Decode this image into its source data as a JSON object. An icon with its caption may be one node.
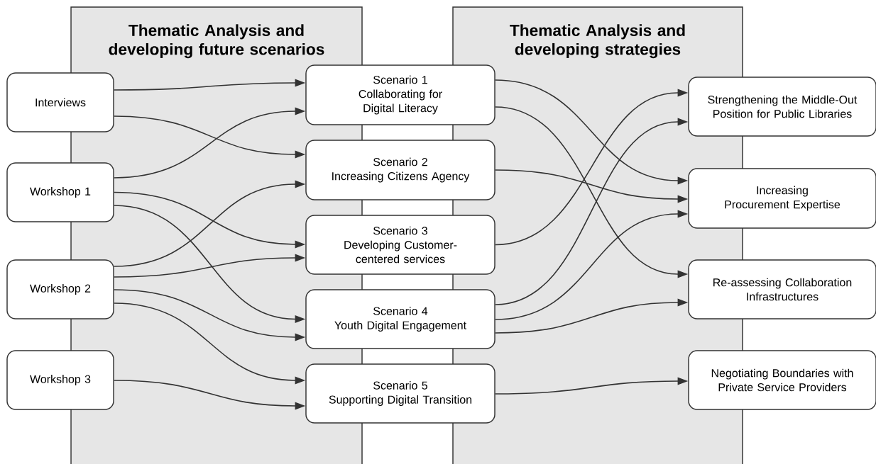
{
  "diagram": {
    "nodes": [
      {
        "text": [
          "Interviews"
        ]
      },
      {
        "text": [
          "Workshop 1"
        ]
      },
      {
        "text": [
          "Workshop 2"
        ]
      },
      {
        "text": [
          "Workshop 3"
        ]
      },
      {
        "text": [
          "Scenario 1",
          "Collaborating for Digital Literacy"
        ]
      },
      {
        "text": [
          "Scenario 2",
          "Increasing Citizens Agency"
        ]
      },
      {
        "text": [
          "Scenario 3",
          "Developing Customer-centered services"
        ]
      },
      {
        "text": [
          "Scenario 4",
          "Youth Digital Engagement"
        ]
      },
      {
        "text": [
          "Scenario 5",
          "Supporting Digital Transition"
        ]
      },
      {
        "text": [
          "Strengthening the Middle-Out Position for Public Libraries"
        ]
      },
      {
        "text": [
          "Increasing Procurement Expertise"
        ]
      },
      {
        "text": [
          "Re-assessing Collaboration Infrastructures"
        ]
      },
      {
        "text": [
          "Negotiating Boundaries with Private Service Providers"
        ]
      }
    ],
    "edges": [
      {
        "from": 0,
        "to": 4,
        "arrow": "to"
      },
      {
        "from": 0,
        "to": 5,
        "arrow": "to"
      },
      {
        "from": 1,
        "to": 4,
        "arrow": "to"
      },
      {
        "from": 1,
        "to": 6,
        "arrow": "to"
      },
      {
        "from": 1,
        "to": 7,
        "arrow": "to"
      },
      {
        "from": 2,
        "to": 5,
        "arrow": "to"
      },
      {
        "from": 2,
        "to": 6,
        "arrow": "to"
      },
      {
        "from": 2,
        "to": 7,
        "arrow": "to"
      },
      {
        "from": 2,
        "to": 8,
        "arrow": "to"
      },
      {
        "from": 3,
        "to": 8,
        "arrow": "to"
      },
      {
        "from": 4,
        "to": 10,
        "arrow": "to"
      },
      {
        "from": 4,
        "to": 11,
        "arrow": "to"
      },
      {
        "from": 5,
        "to": 10,
        "arrow": "to"
      },
      {
        "from": 6,
        "to": 9,
        "arrow": "to"
      },
      {
        "from": 7,
        "to": 9,
        "arrow": "to"
      },
      {
        "from": 7,
        "to": 10,
        "arrow": "to"
      },
      {
        "from": 7,
        "to": 11,
        "arrow": "to"
      },
      {
        "from": 8,
        "to": 12,
        "arrow": "to"
      }
    ],
    "labels": [
      "Thematic Analysis and developing future scenarios",
      "Thematic Analysis and developing strategies"
    ]
  }
}
